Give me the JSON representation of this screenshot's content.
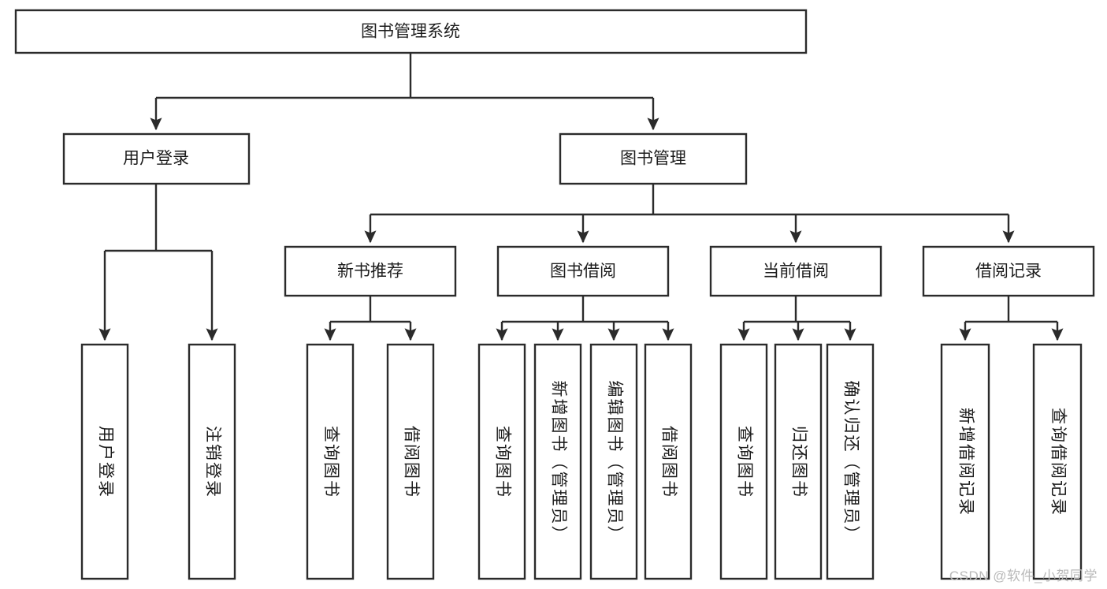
{
  "diagram": {
    "title": "图书管理系统",
    "type": "tree-hierarchy-diagram",
    "theme": {
      "background": "#ffffff",
      "box_fill": "#ffffff",
      "box_stroke": "#2b2b2b",
      "text_color": "#1c1c1c",
      "watermark_color": "#b9b9b9"
    },
    "root": {
      "label": "图书管理系统",
      "orientation": "horizontal"
    },
    "level2": [
      {
        "id": "user-login",
        "label": "用户登录",
        "orientation": "horizontal"
      },
      {
        "id": "book-management",
        "label": "图书管理",
        "orientation": "horizontal"
      }
    ],
    "level3": [
      {
        "id": "new-book-recommend",
        "label": "新书推荐",
        "orientation": "horizontal",
        "parent": "book-management"
      },
      {
        "id": "book-borrow",
        "label": "图书借阅",
        "orientation": "horizontal",
        "parent": "book-management"
      },
      {
        "id": "current-borrow",
        "label": "当前借阅",
        "orientation": "horizontal",
        "parent": "book-management"
      },
      {
        "id": "borrow-record",
        "label": "借阅记录",
        "orientation": "horizontal",
        "parent": "book-management"
      }
    ],
    "leaves": [
      {
        "id": "leaf-user-login",
        "label": "用户登录",
        "parent": "user-login",
        "orientation": "vertical"
      },
      {
        "id": "leaf-logout-login",
        "label": "注销登录",
        "parent": "user-login",
        "orientation": "vertical"
      },
      {
        "id": "leaf-query-book-1",
        "label": "查询图书",
        "parent": "new-book-recommend",
        "orientation": "vertical"
      },
      {
        "id": "leaf-borrow-book-1",
        "label": "借阅图书",
        "parent": "new-book-recommend",
        "orientation": "vertical"
      },
      {
        "id": "leaf-query-book-2",
        "label": "查询图书",
        "parent": "book-borrow",
        "orientation": "vertical"
      },
      {
        "id": "leaf-add-book",
        "label": "新增图书（管理员）",
        "parent": "book-borrow",
        "orientation": "vertical"
      },
      {
        "id": "leaf-edit-book",
        "label": "编辑图书（管理员）",
        "parent": "book-borrow",
        "orientation": "vertical"
      },
      {
        "id": "leaf-borrow-book-2",
        "label": "借阅图书",
        "parent": "book-borrow",
        "orientation": "vertical"
      },
      {
        "id": "leaf-query-book-3",
        "label": "查询图书",
        "parent": "current-borrow",
        "orientation": "vertical"
      },
      {
        "id": "leaf-return-book",
        "label": "归还图书",
        "parent": "current-borrow",
        "orientation": "vertical"
      },
      {
        "id": "leaf-confirm-return",
        "label": "确认归还（管理员）",
        "parent": "current-borrow",
        "orientation": "vertical"
      },
      {
        "id": "leaf-add-record",
        "label": "新增借阅记录",
        "parent": "borrow-record",
        "orientation": "vertical"
      },
      {
        "id": "leaf-query-record",
        "label": "查询借阅记录",
        "parent": "borrow-record",
        "orientation": "vertical"
      }
    ],
    "watermark": "CSDN @软件_小贺同学"
  }
}
